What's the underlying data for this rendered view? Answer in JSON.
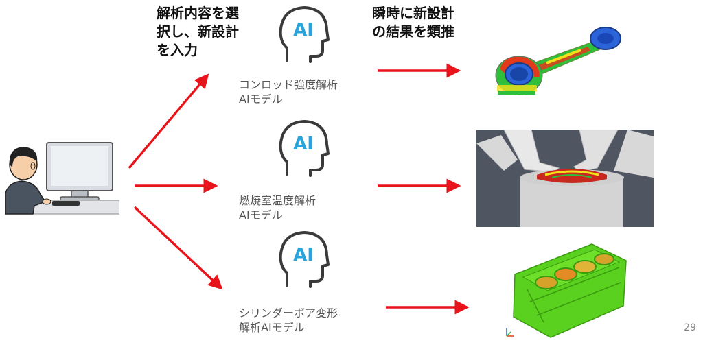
{
  "captions": {
    "input": "解析内容を選\n択し、新設計\nを入力",
    "output": "瞬時に新設計\nの結果を類推"
  },
  "models": [
    {
      "icon_text": "AI",
      "label": "コンロッド強度解析\nAIモデル"
    },
    {
      "icon_text": "AI",
      "label": "燃焼室温度解析\nAIモデル"
    },
    {
      "icon_text": "AI",
      "label": "シリンダーボア変形\n解析AIモデル"
    }
  ],
  "page_number": "29",
  "colors": {
    "arrow": "#e8141b",
    "ai_text": "#29a3d9",
    "head_outline": "#3a3a3a"
  }
}
